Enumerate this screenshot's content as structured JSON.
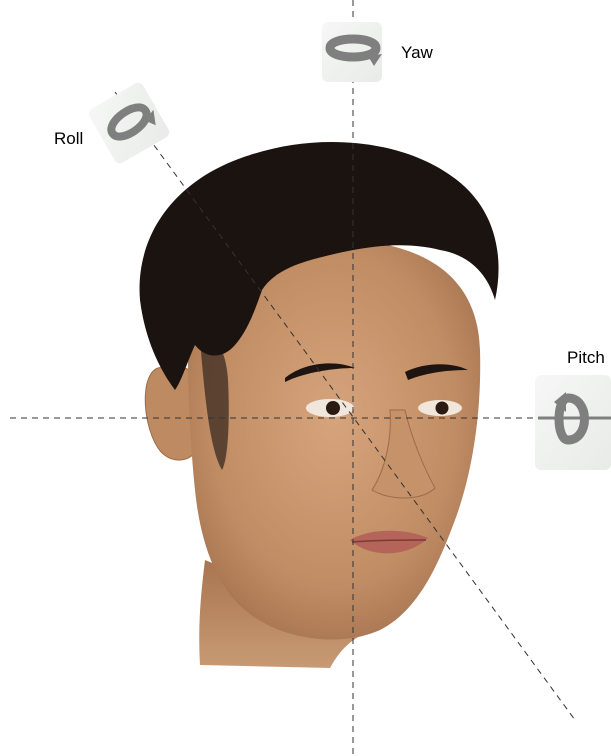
{
  "labels": {
    "yaw": "Yaw",
    "roll": "Roll",
    "pitch": "Pitch"
  },
  "icons": {
    "yaw": "yaw-rotation-arrow-icon",
    "roll": "roll-rotation-arrow-icon",
    "pitch": "pitch-rotation-arrow-icon"
  },
  "colors": {
    "axis_line": "#333333",
    "arrow_gray": "#7f7f7f",
    "hair": "#1b130f",
    "skin": "#c9976e"
  }
}
